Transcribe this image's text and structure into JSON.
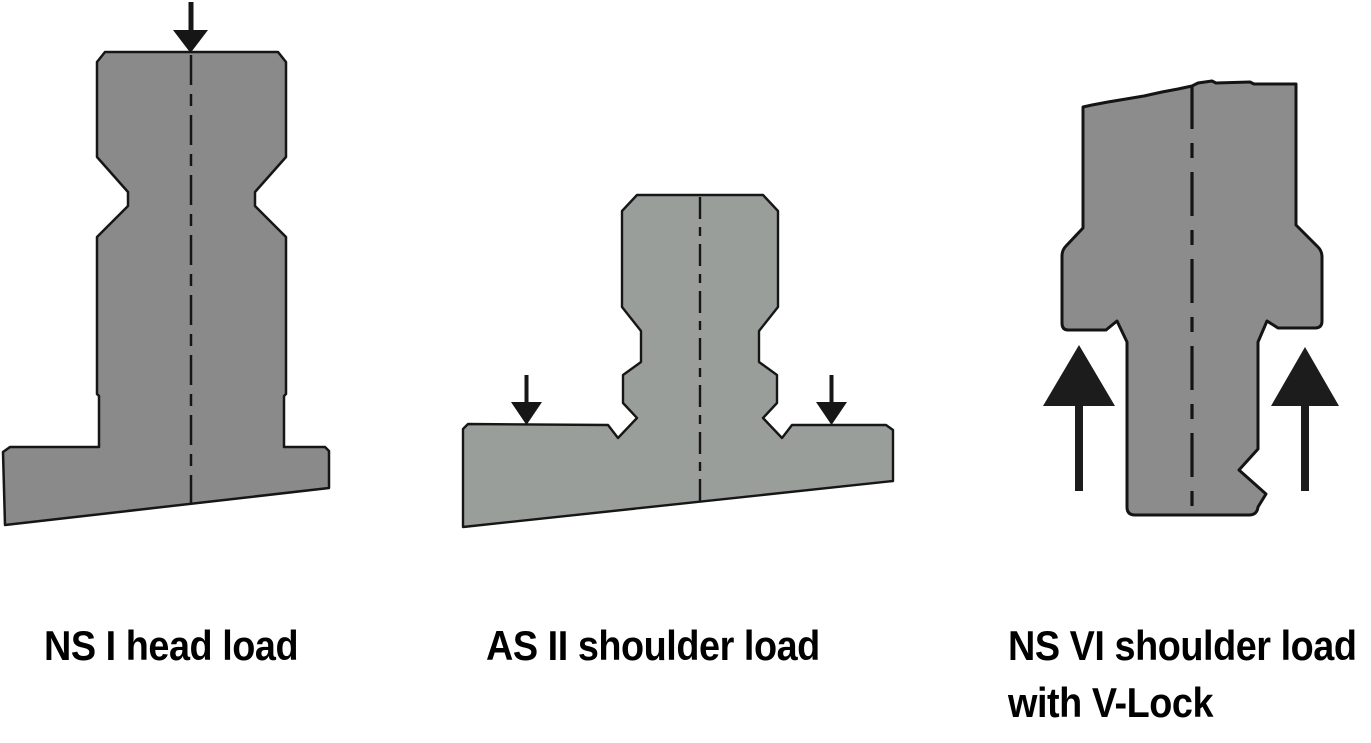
{
  "page": {
    "background_color": "#ffffff"
  },
  "figures": [
    {
      "label": "NS I head load",
      "fill_color": "#8a8a8a",
      "outline_color": "#161616",
      "arrow_color": "#161616",
      "arrows": {
        "direction": "down",
        "count": "1",
        "meaning": "load applied on tool head"
      }
    },
    {
      "label": "AS II shoulder load",
      "fill_color": "#9a9e9b",
      "outline_color": "#161616",
      "arrow_color": "#161616",
      "arrows": {
        "direction": "down",
        "count": "2",
        "meaning": "load applied on tool shoulders"
      }
    },
    {
      "label_lines": [
        "NS VI shoulder load",
        "with V-Lock"
      ],
      "fill_color": "#8c8c8c",
      "outline_color": "#141414",
      "arrow_color": "#1c1c1c",
      "arrows": {
        "direction": "up",
        "count": "2",
        "meaning": "load applied on tool shoulders with V-Lock groove"
      }
    }
  ]
}
